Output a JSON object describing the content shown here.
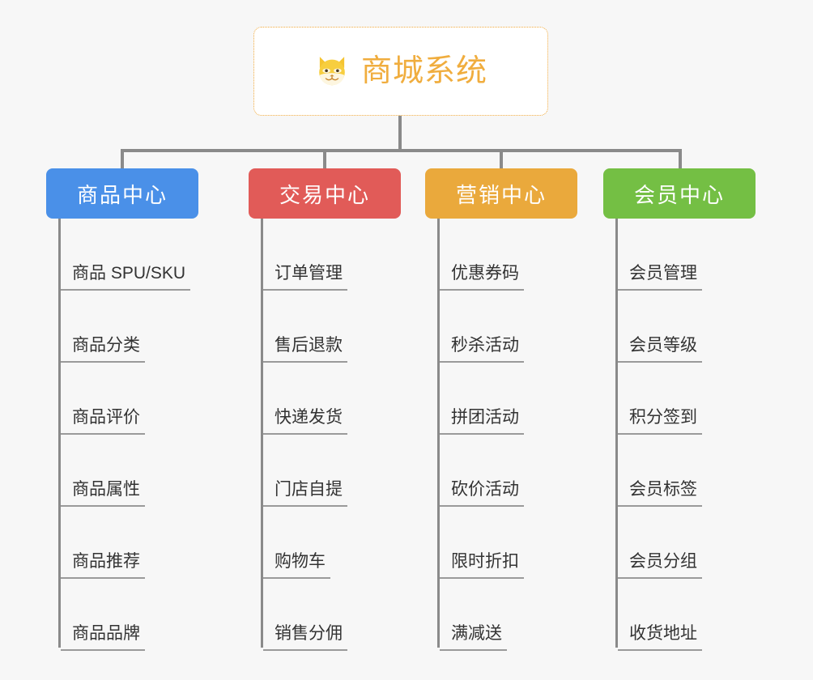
{
  "diagram": {
    "title": "商城系统",
    "type": "organization-tree",
    "background_color": "#f7f7f7",
    "connector_color": "#8a8a8a"
  },
  "root": {
    "label": "商城系统",
    "icon": "shiba-dog-face-icon",
    "text_color": "#f0ad3e",
    "border_color": "#f0a93c",
    "background_color": "#ffffff"
  },
  "categories": [
    {
      "label": "商品中心",
      "color": "#4a90e8",
      "items": [
        {
          "label": "商品 SPU/SKU"
        },
        {
          "label": "商品分类"
        },
        {
          "label": "商品评价"
        },
        {
          "label": "商品属性"
        },
        {
          "label": "商品推荐"
        },
        {
          "label": "商品品牌"
        }
      ]
    },
    {
      "label": "交易中心",
      "color": "#e15b58",
      "items": [
        {
          "label": "订单管理"
        },
        {
          "label": "售后退款"
        },
        {
          "label": "快递发货"
        },
        {
          "label": "门店自提"
        },
        {
          "label": "购物车"
        },
        {
          "label": "销售分佣"
        }
      ]
    },
    {
      "label": "营销中心",
      "color": "#eaa93c",
      "items": [
        {
          "label": "优惠券码"
        },
        {
          "label": "秒杀活动"
        },
        {
          "label": "拼团活动"
        },
        {
          "label": "砍价活动"
        },
        {
          "label": "限时折扣"
        },
        {
          "label": "满减送"
        }
      ]
    },
    {
      "label": "会员中心",
      "color": "#74bf44",
      "items": [
        {
          "label": "会员管理"
        },
        {
          "label": "会员等级"
        },
        {
          "label": "积分签到"
        },
        {
          "label": "会员标签"
        },
        {
          "label": "会员分组"
        },
        {
          "label": "收货地址"
        }
      ]
    }
  ]
}
